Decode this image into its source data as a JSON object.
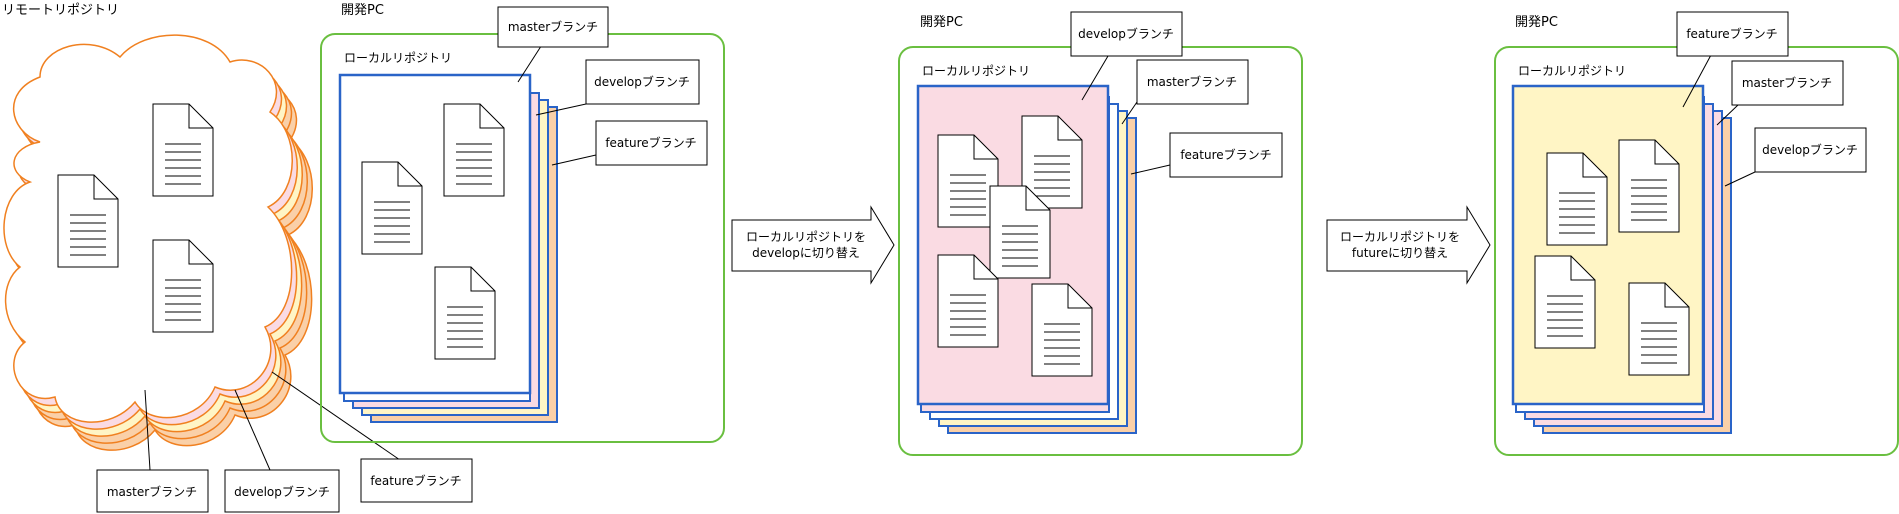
{
  "remote": {
    "title": "リモートリポジトリ",
    "branch_labels": [
      "masterブランチ",
      "developブランチ",
      "featureブランチ"
    ]
  },
  "pcs": [
    {
      "title": "開発PC",
      "local_repo_label": "ローカルリポジトリ",
      "branch_labels": [
        "masterブランチ",
        "developブランチ",
        "featureブランチ"
      ]
    },
    {
      "title": "開発PC",
      "local_repo_label": "ローカルリポジトリ",
      "branch_labels": [
        "developブランチ",
        "masterブランチ",
        "featureブランチ"
      ]
    },
    {
      "title": "開発PC",
      "local_repo_label": "ローカルリポジトリ",
      "branch_labels": [
        "featureブランチ",
        "masterブランチ",
        "developブランチ"
      ]
    }
  ],
  "arrows": [
    {
      "line1": "ローカルリポジトリを",
      "line2": "developに切り替え"
    },
    {
      "line1": "ローカルリポジトリを",
      "line2": "futureに切り替え"
    }
  ],
  "colors": {
    "green_border": "#6abf40",
    "blue_border": "#2a64c8",
    "orange_border": "#f08020",
    "master_fill": "#ffffff",
    "develop_fill": "#fadbe3",
    "feature_fill": "#fff5c5",
    "orange_fill": "#fad0a8"
  }
}
